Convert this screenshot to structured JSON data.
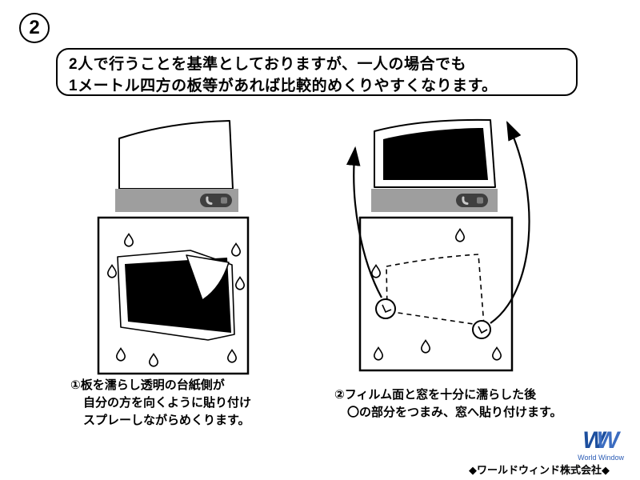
{
  "step": {
    "number": "2"
  },
  "bubble": {
    "line1": "2人で行うことを基準としておりますが、一人の場合でも",
    "line2": "1メートル四方の板等があれば比較的めくりやすくなります。"
  },
  "caption_left": {
    "line1": "①板を濡らし透明の台紙側が",
    "line2": "自分の方を向くように貼り付け",
    "line3": "スプレーしながらめくります。"
  },
  "caption_right": {
    "line1": "②フィルム面と窓を十分に濡らした後",
    "line2": "〇の部分をつまみ、窓へ貼り付けます。"
  },
  "logo": {
    "letter1": "W",
    "letter2": "W",
    "caption": "World Window",
    "company": "◆ワールドウィンド株式会社◆"
  },
  "colors": {
    "logo_blue": "#1d4f9e",
    "bar_gray": "#9e9e9e",
    "icon_dark": "#3f3f3f",
    "film_black": "#000000"
  },
  "icons": {
    "spray": "spray-bottle-icon",
    "droplet": "water-drop-icon",
    "arrow": "curved-arrow-icon",
    "pinch": "pinch-point-circle-icon"
  }
}
